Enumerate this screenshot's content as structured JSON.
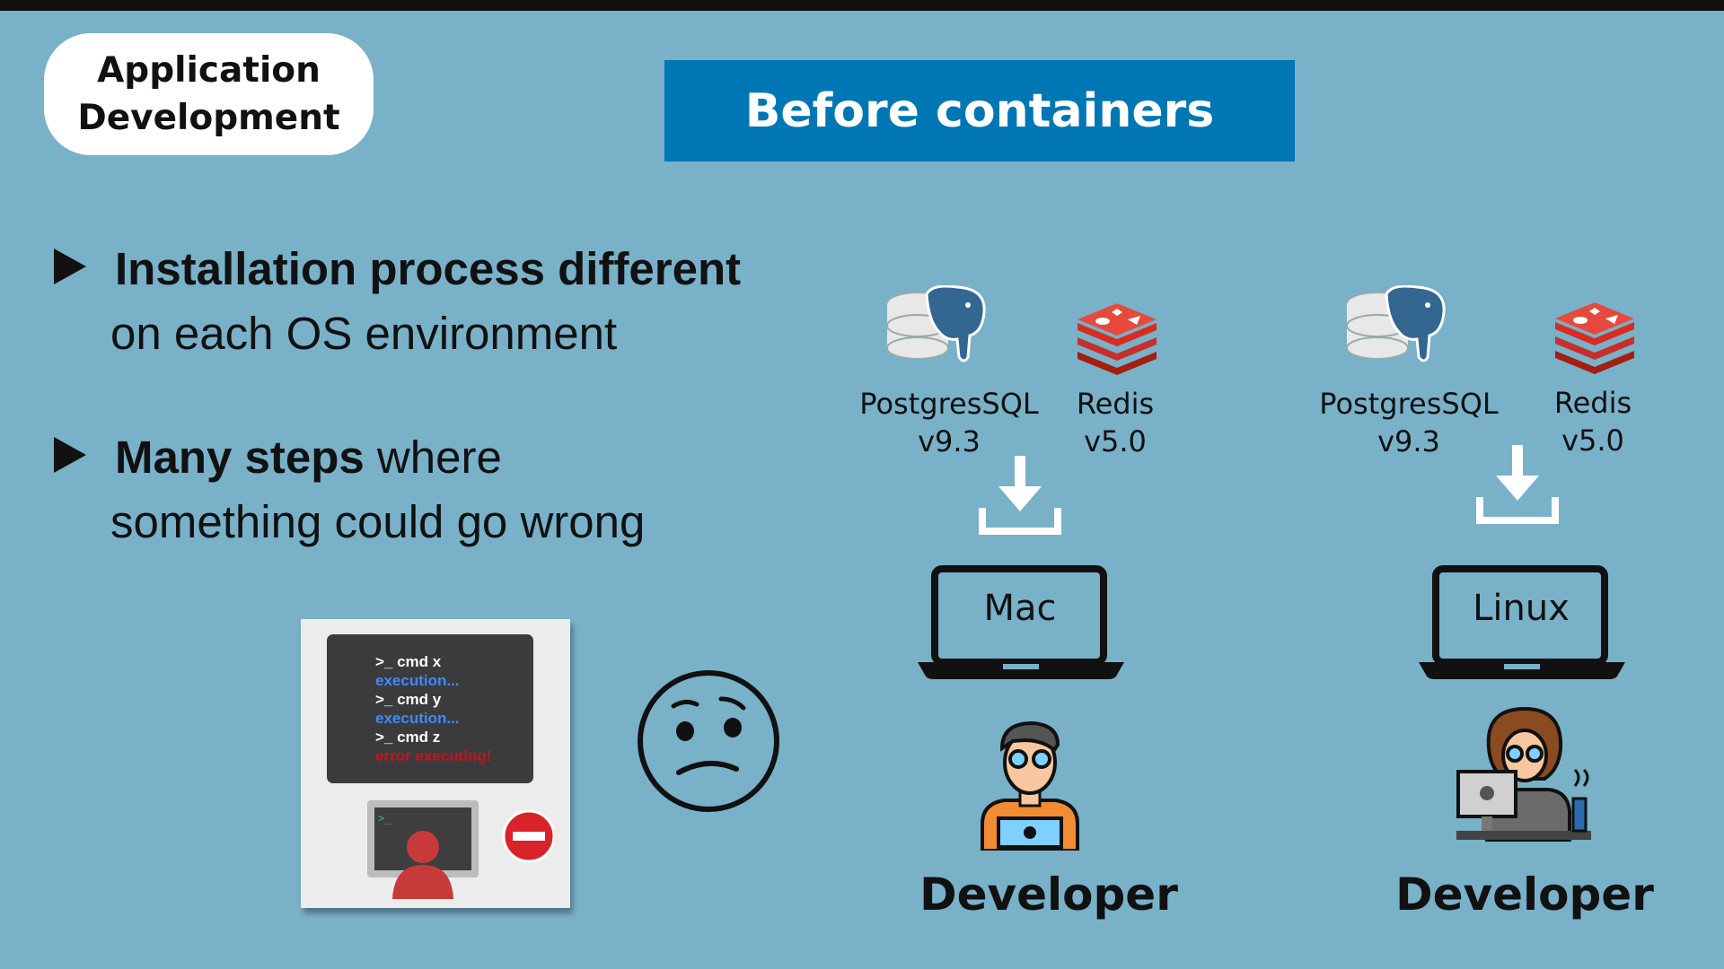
{
  "badge": {
    "line1": "Application",
    "line2": "Development"
  },
  "banner": {
    "title": "Before containers"
  },
  "bullets": [
    {
      "bold": "Installation process different",
      "rest": "",
      "line2": "on each OS environment"
    },
    {
      "bold": "Many steps",
      "rest": " where",
      "line2": "something could go wrong"
    }
  ],
  "terminal": {
    "lines": [
      {
        "text": ">_ cmd x",
        "color": "white"
      },
      {
        "text": "execution...",
        "color": "blue"
      },
      {
        "text": ">_ cmd y",
        "color": "white"
      },
      {
        "text": "execution...",
        "color": "blue"
      },
      {
        "text": ">_ cmd z",
        "color": "white"
      },
      {
        "text": "error executing!",
        "color": "red"
      }
    ]
  },
  "columns": [
    {
      "db1": "PostgresSQL",
      "db1_ver": "v9.3",
      "db2": "Redis",
      "db2_ver": "v5.0",
      "os": "Mac",
      "role": "Developer"
    },
    {
      "db1": "PostgresSQL",
      "db1_ver": "v9.3",
      "db2": "Redis",
      "db2_ver": "v5.0",
      "os": "Linux",
      "role": "Developer"
    }
  ],
  "colors": {
    "background": "#79b1c9",
    "banner": "#0077b5",
    "redis": "#d82c20",
    "postgres": "#336791"
  }
}
